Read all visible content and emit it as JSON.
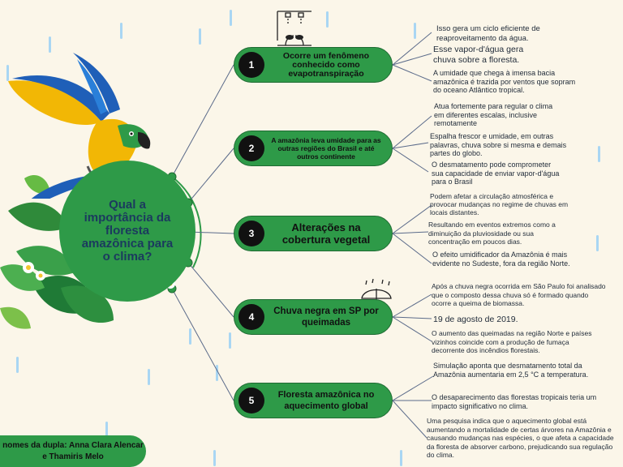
{
  "central_topic": "Qual a importância da floresta amazônica para o clima?",
  "colors": {
    "node_green": "#2e9a48",
    "connector": "#5b6b8a",
    "background": "#fbf6e9",
    "rain": "#a9d6f3"
  },
  "branches": [
    {
      "number": "1",
      "label": "Ocorre um fenômeno conhecido como evapotranspiração",
      "leaves": [
        "Isso gera um ciclo eficiente de reaproveitamento da água.",
        "Esse vapor-d'água gera chuva sobre a floresta.",
        "A umidade que chega à imensa bacia amazônica é trazida por ventos que sopram do oceano Atlântico tropical."
      ]
    },
    {
      "number": "2",
      "label": "A amazônia leva umidade para as outras regiões do Brasil e até outros continente",
      "leaves": [
        "Atua fortemente para regular o clima em diferentes escalas, inclusive remotamente",
        "Espalha frescor e umidade, em outras palavras, chuva sobre si mesma e demais partes do globo.",
        "O desmatamento pode comprometer sua capacidade de enviar vapor-d'água para o Brasil"
      ]
    },
    {
      "number": "3",
      "label": "Alterações na cobertura vegetal",
      "leaves": [
        "Podem afetar a circulação atmosférica e provocar mudanças no regime de chuvas em locais distantes.",
        "Resultando em eventos extremos como a diminuição da pluviosidade ou sua concentração em poucos dias.",
        "O efeito umidificador da Amazônia é mais evidente no Sudeste, fora da região Norte."
      ]
    },
    {
      "number": "4",
      "label": "Chuva negra em SP por queimadas",
      "leaves": [
        "Após a chuva negra ocorrida em São Paulo foi analisado que o composto dessa chuva só é formado quando ocorre a queima de biomassa.",
        "19 de agosto de 2019.",
        "O aumento das queimadas na região Norte e países vizinhos coincide com a produção de fumaça decorrente dos incêndios florestais."
      ]
    },
    {
      "number": "5",
      "label": "Floresta amazônica no aquecimento global",
      "leaves": [
        "Simulação aponta que desmatamento total da Amazônia aumentaria em 2,5 °C a temperatura.",
        "O desaparecimento das florestas tropicais teria um impacto significativo no clima.",
        "Uma pesquisa indica que o aquecimento global está aumentando a mortalidade de certas árvores na Amazônia e causando mudanças nas espécies, o que afeta a capacidade da floresta de absorver carbono, prejudicando sua regulação do clima."
      ]
    }
  ],
  "footer": "nomes da dupla: Anna Clara Alencar e Thamiris Melo",
  "icons": [
    "parrot-illustration",
    "tropical-leaves-illustration",
    "sprinkler-plant-icon",
    "umbrella-rain-icon"
  ]
}
